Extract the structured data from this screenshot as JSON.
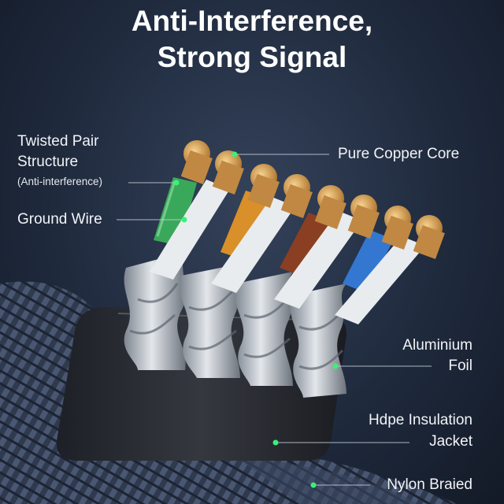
{
  "title": {
    "line1": "Anti-Interference,",
    "line2": "Strong Signal"
  },
  "labels": {
    "twisted_pair_1": "Twisted Pair",
    "twisted_pair_2": "Structure",
    "twisted_pair_note": "(Anti-interference)",
    "ground_wire": "Ground Wire",
    "pure_copper_core": "Pure Copper Core",
    "aluminium_1": "Aluminium",
    "aluminium_2": "Foil",
    "hdpe_1": "Hdpe Insulation",
    "hdpe_2": "Jacket",
    "nylon_braided": "Nylon Braied"
  },
  "colors": {
    "accent_dot": "#3bf07a",
    "wire_green": "#3aa85a",
    "wire_orange": "#d98f2a",
    "wire_brown": "#8a3f22",
    "wire_blue": "#3477d1",
    "wire_white": "#e8ecef",
    "copper": "#d6a257",
    "foil": "#b9c0c8",
    "jacket": "#2a2d33"
  }
}
